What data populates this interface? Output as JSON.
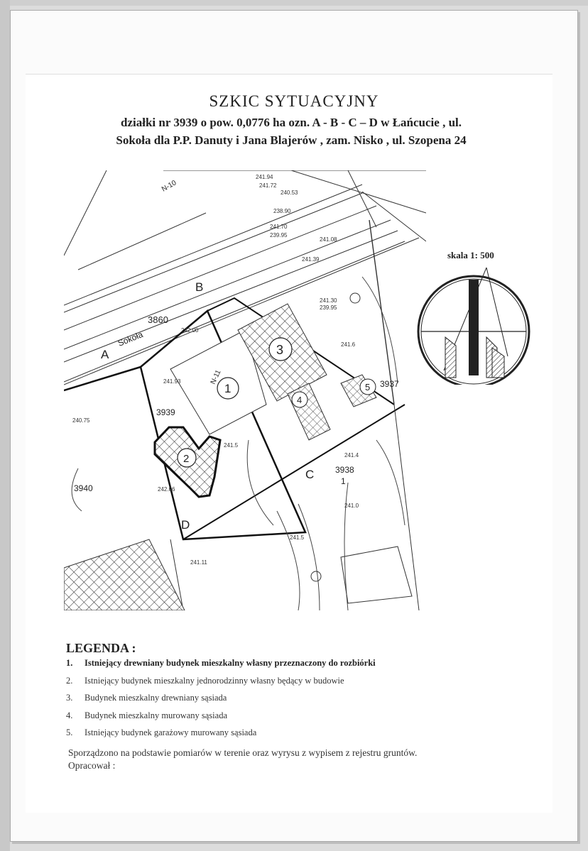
{
  "document": {
    "title": "SZKIC SYTUACYJNY",
    "subtitle_line1": "działki nr 3939 o pow. 0,0776 ha ozn. A - B - C – D w Łańcucie , ul.",
    "subtitle_line2": "Sokoła dla P.P. Danuty i Jana Blajerów , zam. Nisko , ul. Szopena 24"
  },
  "map": {
    "street": "Sokoła",
    "parcels": [
      "3860",
      "3939",
      "3940",
      "3938",
      "3937"
    ],
    "parcel_fraction": "1",
    "corners": [
      "A",
      "B",
      "C",
      "D"
    ],
    "building_numbers": [
      "1",
      "2",
      "3",
      "4",
      "5"
    ],
    "north_symbols": [
      "N-10",
      "N-11"
    ],
    "elevations": [
      "241.94",
      "241.72",
      "240.53",
      "238.90",
      "241.70",
      "241.08",
      "239.95",
      "241.39",
      "241.30",
      "239.95",
      "242.00",
      "241.93",
      "241.5",
      "241.6",
      "242.06",
      "241.4",
      "241.0",
      "241.5",
      "241.11",
      "240.75"
    ]
  },
  "scale": {
    "label": "skala 1: 500"
  },
  "legend": {
    "title": "LEGENDA :",
    "items": [
      {
        "num": "1.",
        "text": "Istniejący drewniany budynek mieszkalny własny przeznaczony do rozbiórki"
      },
      {
        "num": "2.",
        "text": "Istniejący budynek mieszkalny jednorodzinny własny będący w budowie"
      },
      {
        "num": "3.",
        "text": "Budynek mieszkalny drewniany sąsiada"
      },
      {
        "num": "4.",
        "text": "Budynek mieszkalny murowany sąsiada"
      },
      {
        "num": "5.",
        "text": "Istniejący budynek garażowy murowany sąsiada"
      }
    ]
  },
  "footer": {
    "line1": "Sporządzono na podstawie pomiarów w terenie oraz wyrysu z wypisem z rejestru gruntów.",
    "line2": "Opracował :"
  }
}
